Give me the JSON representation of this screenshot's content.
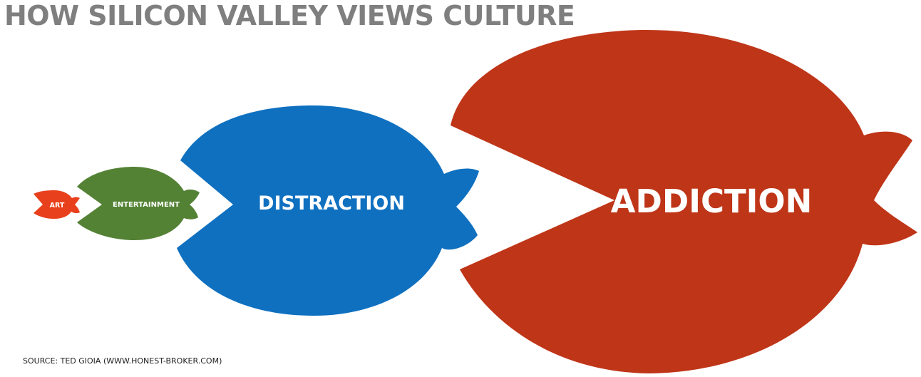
{
  "title": "HOW SILICON VALLEY VIEWS CULTURE",
  "colors": {
    "title": "#7f7f7f",
    "art": "#e8401c",
    "entertainment": "#548235",
    "distraction": "#0f70c0",
    "addiction": "#bf3518",
    "label": "#ffffff"
  },
  "fish": [
    {
      "id": "art",
      "label": "ART",
      "color": "#e8401c"
    },
    {
      "id": "entertainment",
      "label": "ENTERTAINMENT",
      "color": "#548235"
    },
    {
      "id": "distraction",
      "label": "DISTRACTION",
      "color": "#0f70c0"
    },
    {
      "id": "addiction",
      "label": "ADDICTION",
      "color": "#bf3518"
    }
  ],
  "source": "SOURCE: TED GIOIA (WWW.HONEST-BROKER.COM)"
}
